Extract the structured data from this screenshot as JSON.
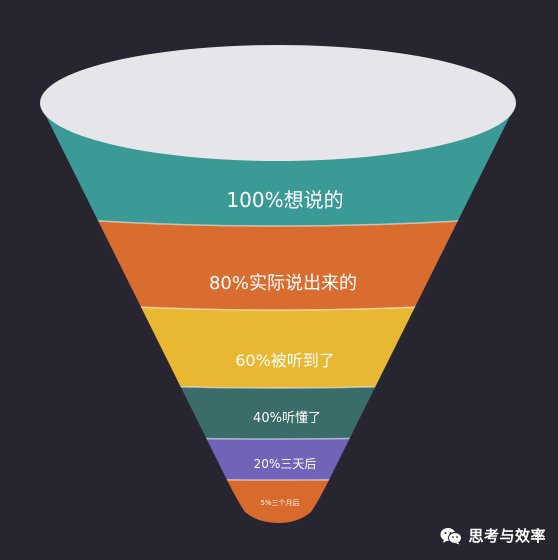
{
  "funnel": {
    "layers": [
      {
        "label": "100%想说的",
        "color": "#3b9a96"
      },
      {
        "label": "80%实际说出来的",
        "color": "#d86d2f"
      },
      {
        "label": "60%被听到了",
        "color": "#e8b832"
      },
      {
        "label": "40%听懂了",
        "color": "#3a6d6a"
      },
      {
        "label": "20%三天后",
        "color": "#7063b8"
      },
      {
        "label": "5%三个月后",
        "color": "#d96a2d"
      }
    ],
    "rim_color": "#e6e5ea"
  },
  "watermark": {
    "icon": "wechat-icon",
    "text": "思考与效率"
  }
}
